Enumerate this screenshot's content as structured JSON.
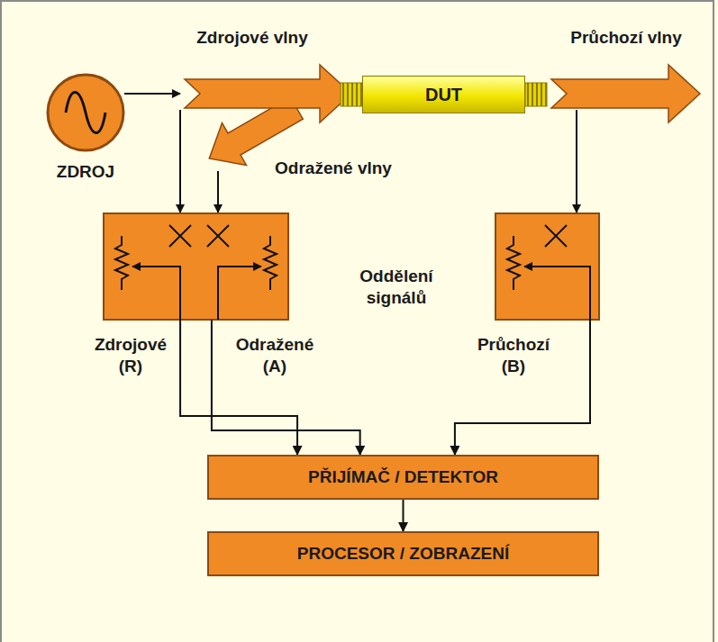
{
  "diagram": {
    "nodes": [
      {
        "text": [
          "ZDROJ"
        ]
      },
      {
        "text": [
          "DUT"
        ]
      },
      {
        "text": [
          "Zdrojové (R)",
          "Odražené (A)"
        ]
      },
      {
        "text": [
          "Průchozí (B)"
        ]
      },
      {
        "text": [
          "PŘIJÍMAČ / DETEKTOR"
        ]
      },
      {
        "text": [
          "PROCESOR / ZOBRAZENÍ"
        ]
      }
    ],
    "edges": [
      {
        "from": 2,
        "to": 4,
        "arrow": "to"
      },
      {
        "from": 2,
        "to": 4,
        "arrow": "to"
      },
      {
        "from": 3,
        "to": 4,
        "arrow": "to"
      },
      {
        "from": 4,
        "to": 5,
        "arrow": "to"
      }
    ],
    "labels": [
      "Zdrojové vlny",
      "Odražené vlny",
      "Průchozí vlny",
      "Oddělení signálů"
    ]
  }
}
